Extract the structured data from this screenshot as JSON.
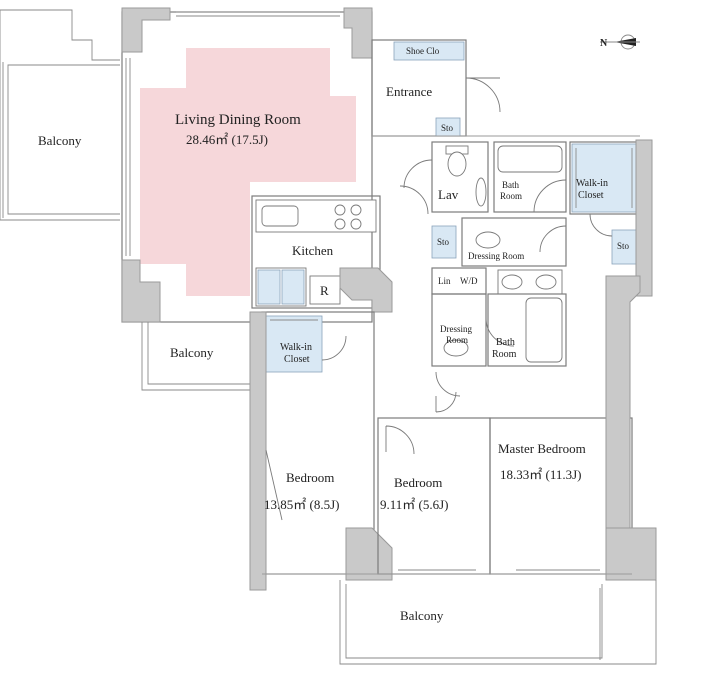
{
  "compass": {
    "label": "N"
  },
  "rooms": {
    "balcony_west": "Balcony",
    "living_dining": {
      "name": "Living Dining Room",
      "area": "28.46㎡  (17.5J)"
    },
    "shoe_closet": "Shoe Clo",
    "entrance": "Entrance",
    "sto_entrance": "Sto",
    "lav": "Lav",
    "bath_room_upper": {
      "line1": "Bath",
      "line2": "Room"
    },
    "walkin_master": {
      "line1": "Walk-in",
      "line2": "Closet"
    },
    "sto_hall": "Sto",
    "dressing_upper": "Dressing Room",
    "sto_master": "Sto",
    "kitchen": "Kitchen",
    "refrigerator": "R",
    "lin": "Lin",
    "wd": "W/D",
    "dressing_lower": {
      "line1": "Dressing",
      "line2": "Room"
    },
    "bath_room_lower": {
      "line1": "Bath",
      "line2": "Room"
    },
    "balcony_middle": "Balcony",
    "walkin_bedroom": {
      "line1": "Walk-in",
      "line2": "Closet"
    },
    "bedroom_1": {
      "name": "Bedroom",
      "area": "13.85㎡  (8.5J)"
    },
    "bedroom_2": {
      "name": "Bedroom",
      "area": "9.11㎡  (5.6J)"
    },
    "master_bedroom": {
      "name": "Master Bedroom",
      "area": "18.33㎡  (11.3J)"
    },
    "balcony_south": "Balcony"
  },
  "colors": {
    "living_highlight": "#f6d7da",
    "storage_fill": "#d9e8f4",
    "wall_fill": "#c9c9c9"
  }
}
